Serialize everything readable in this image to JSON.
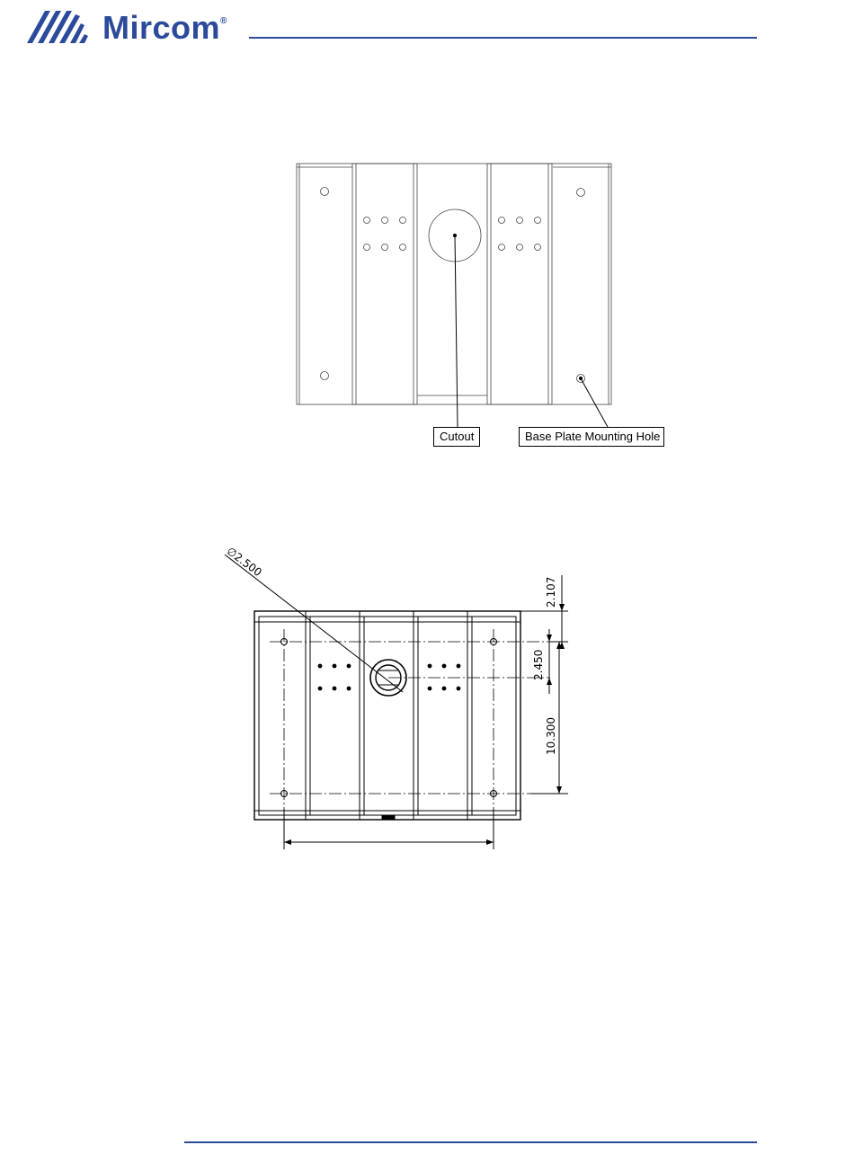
{
  "header": {
    "brand_name": "Mircom",
    "brand_mark": "®",
    "accent_color": "#2b4a9b"
  },
  "top_view": {
    "callouts": {
      "cutout": "Cutout",
      "mounting_hole": "Base Plate Mounting Hole"
    }
  },
  "dimension_view": {
    "diameter": "∅2.500",
    "dim_top": "2.107",
    "dim_center": "2.450",
    "dim_height": "10.300"
  }
}
